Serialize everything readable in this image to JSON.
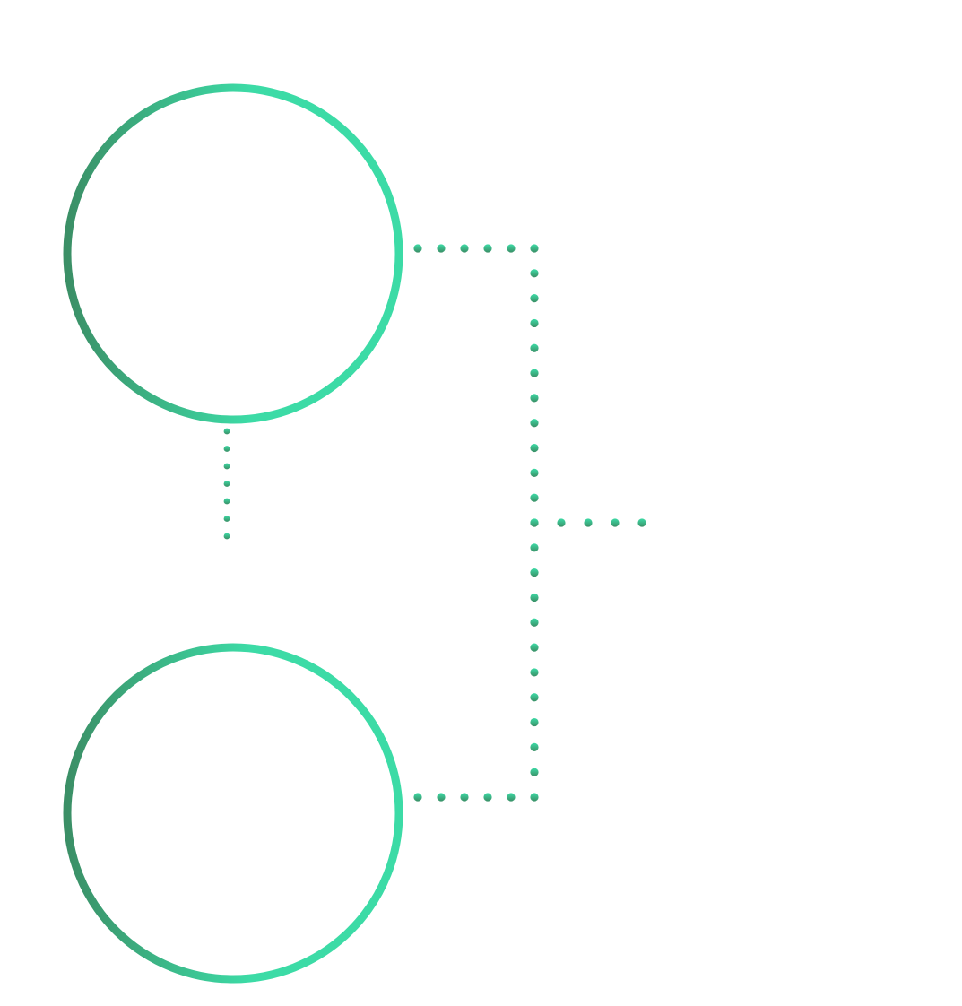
{
  "diagram": {
    "colors": {
      "background": "#ffffff",
      "gradient_dark": "#3b8f66",
      "gradient_light": "#3cdba6"
    },
    "nodes": [
      {
        "id": "top-circle"
      },
      {
        "id": "bottom-circle"
      }
    ],
    "connectors": [
      {
        "id": "top-circle-to-bracket"
      },
      {
        "id": "bottom-circle-to-bracket"
      },
      {
        "id": "bracket-vertical"
      },
      {
        "id": "bracket-output"
      },
      {
        "id": "top-circle-stem"
      }
    ]
  }
}
